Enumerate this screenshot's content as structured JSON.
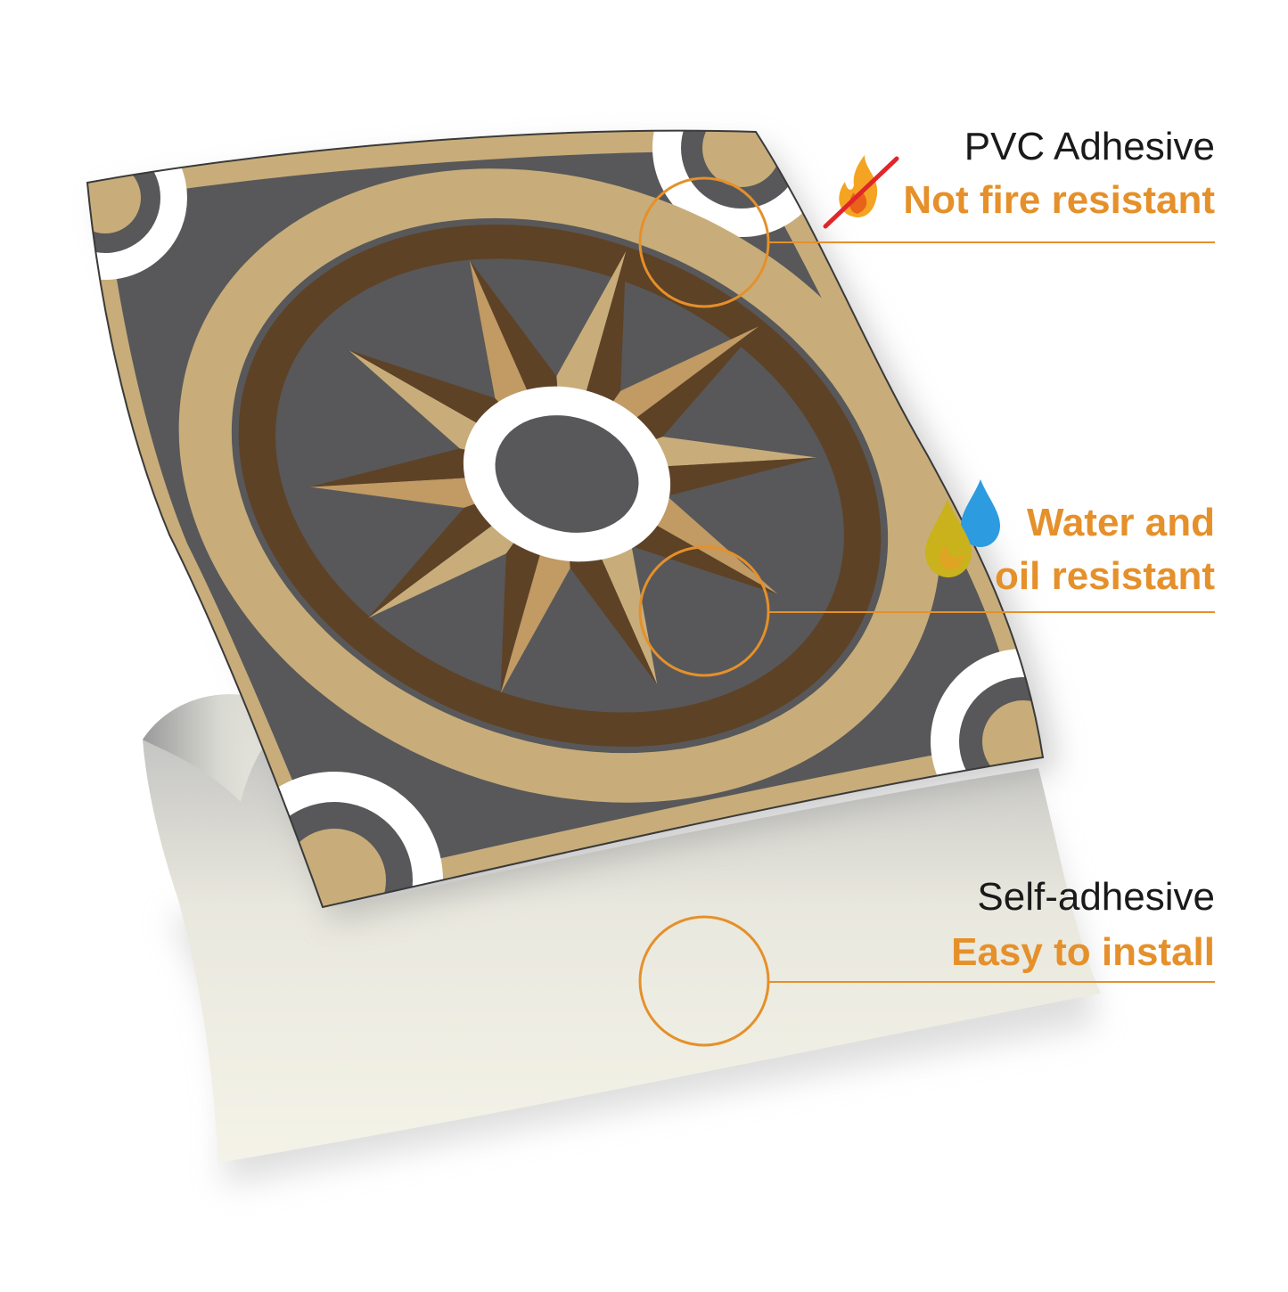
{
  "colors": {
    "accent_orange": "#e5902a",
    "tile_gray": "#58585a",
    "tile_tan": "#c8ad7a",
    "tile_brown": "#5e4226",
    "tile_light_brown": "#c19a64",
    "tile_white": "#ffffff",
    "backing_paper": "#f3f2e4"
  },
  "features": [
    {
      "title": "PVC Adhesive",
      "subtitle": "Not fire resistant",
      "icon": "fire-crossed-icon"
    },
    {
      "title": "",
      "subtitle_line1": "Water and",
      "subtitle_line2": "oil resistant",
      "icon": "water-oil-drops-icon"
    },
    {
      "title": "Self-adhesive",
      "subtitle": "Easy to install",
      "icon": ""
    }
  ]
}
